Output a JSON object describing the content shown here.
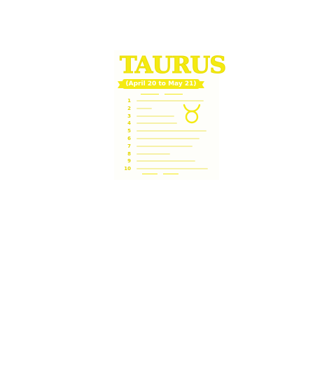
{
  "poster": {
    "title": "TAURUS",
    "date_range": "(April 20 to May 21)",
    "symbol_icon": "taurus-symbol-icon",
    "accent_color": "#f4ea12",
    "row_numbers": [
      "1",
      "2",
      "3",
      "4",
      "5",
      "6",
      "7",
      "8",
      "9",
      "10"
    ]
  }
}
